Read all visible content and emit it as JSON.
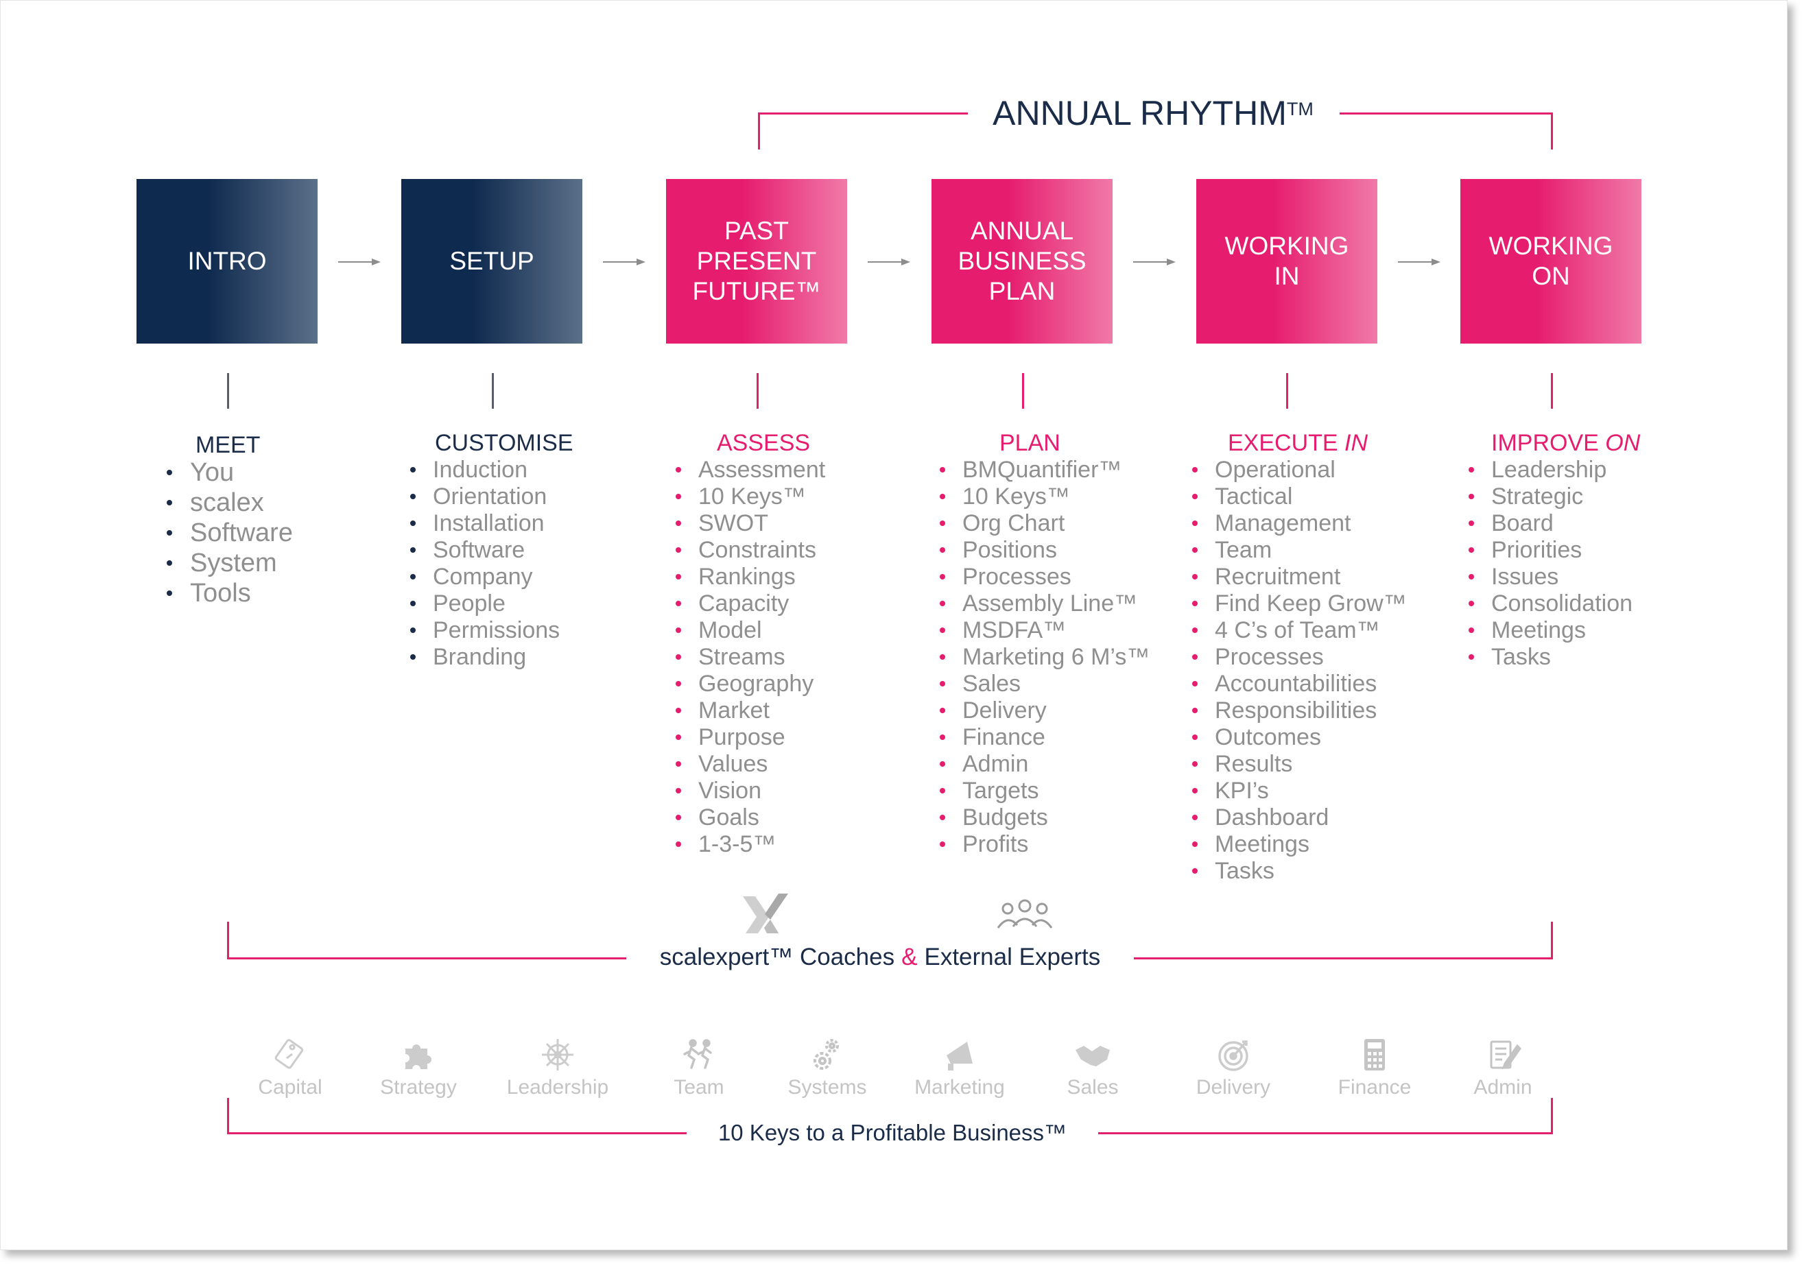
{
  "header": {
    "title": "ANNUAL RHYTHM",
    "title_mark": "TM"
  },
  "stages": [
    {
      "label": "INTRO",
      "theme": "navy"
    },
    {
      "label": "SETUP",
      "theme": "navy"
    },
    {
      "label": "PAST\nPRESENT\nFUTURE™",
      "theme": "pink"
    },
    {
      "label": "ANNUAL\nBUSINESS\nPLAN",
      "theme": "pink"
    },
    {
      "label": "WORKING\nIN",
      "theme": "pink"
    },
    {
      "label": "WORKING\nON",
      "theme": "pink"
    }
  ],
  "columns": {
    "meet": {
      "heading": "MEET",
      "items": [
        "You",
        "scalex",
        "Software",
        "System",
        "Tools"
      ]
    },
    "customise": {
      "heading": "CUSTOMISE",
      "items": [
        "Induction",
        "Orientation",
        "Installation",
        "Software",
        "Company",
        "People",
        "Permissions",
        "Branding"
      ]
    },
    "assess": {
      "heading": "ASSESS",
      "items": [
        "Assessment",
        "10 Keys™",
        "SWOT",
        "Constraints",
        "Rankings",
        "Capacity",
        "Model",
        "Streams",
        "Geography",
        "Market",
        "Purpose",
        "Values",
        "Vision",
        "Goals",
        "1-3-5™"
      ]
    },
    "plan": {
      "heading": "PLAN",
      "items": [
        "BMQuantifier™",
        "10 Keys™",
        "Org Chart",
        "Positions",
        "Processes",
        "Assembly Line™",
        "MSDFA™",
        "Marketing 6 M’s™",
        "Sales",
        "Delivery",
        "Finance",
        "Admin",
        "Targets",
        "Budgets",
        "Profits"
      ]
    },
    "execute": {
      "heading": "EXECUTE",
      "heading_em": "IN",
      "items": [
        "Operational",
        "Tactical",
        "Management",
        "Team",
        "Recruitment",
        "Find Keep Grow™",
        "4 C’s of Team™",
        "Processes",
        "Accountabilities",
        "Responsibilities",
        "Outcomes",
        "Results",
        "KPI’s",
        "Dashboard",
        "Meetings",
        "Tasks"
      ]
    },
    "improve": {
      "heading": "IMPROVE",
      "heading_em": "ON",
      "items": [
        "Leadership",
        "Strategic",
        "Board",
        "Priorities",
        "Issues",
        "Consolidation",
        "Meetings",
        "Tasks"
      ]
    }
  },
  "experts": {
    "left": "scalexpert™ Coaches",
    "amp": "&",
    "right": "External Experts"
  },
  "keys": {
    "title": "10 Keys to a Profitable Business™",
    "items": [
      {
        "label": "Capital",
        "icon": "money-tag-icon"
      },
      {
        "label": "Strategy",
        "icon": "puzzle-icon"
      },
      {
        "label": "Leadership",
        "icon": "ship-wheel-icon"
      },
      {
        "label": "Team",
        "icon": "runners-icon"
      },
      {
        "label": "Systems",
        "icon": "gears-icon"
      },
      {
        "label": "Marketing",
        "icon": "megaphone-icon"
      },
      {
        "label": "Sales",
        "icon": "handshake-icon"
      },
      {
        "label": "Delivery",
        "icon": "target-icon"
      },
      {
        "label": "Finance",
        "icon": "calculator-icon"
      },
      {
        "label": "Admin",
        "icon": "notepad-icon"
      }
    ]
  },
  "colors": {
    "navy": "#0f2a4f",
    "pink": "#e61c6e",
    "gray_text": "#8f8f8f",
    "light_icon": "#c4c4c4"
  }
}
